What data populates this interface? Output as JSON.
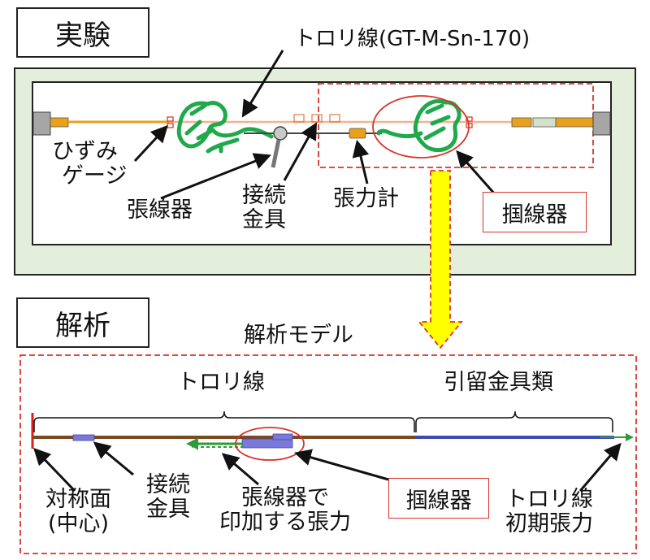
{
  "experiment": {
    "section_label": "実験",
    "trolley_wire_label": "トロリ線(GT-M-Sn-170)",
    "strain_gauge_label": [
      "ひずみ",
      "ゲージ"
    ],
    "tensioner_label": "張線器",
    "connector_label": [
      "接続",
      "金具"
    ],
    "tension_meter_label": "張力計",
    "gripper_label": "掴線器"
  },
  "analysis": {
    "section_label": "解析",
    "model_label": "解析モデル",
    "trolley_wire_label": "トロリ線",
    "end_fittings_label": "引留金具類",
    "symmetry_plane_label": [
      "対称面",
      "(中心)"
    ],
    "connector_label": [
      "接続",
      "金具"
    ],
    "applied_tension_label": [
      "張線器で",
      "印加する張力"
    ],
    "gripper_label": "掴線器",
    "initial_tension_label": [
      "トロリ線",
      "初期張力"
    ]
  },
  "colors": {
    "frame_fill": "#e3eedb",
    "wire": "#f3b28e",
    "gripper": "#1ea94b",
    "fitting": "#e9a11b",
    "dashed_red": "#d9332b",
    "arrow_yellow": "#ffff00",
    "model_wire": "#7a4a1e",
    "model_connector": "#7a78d8",
    "model_fitting": "#3f4bb0",
    "model_arrow": "#2e9a3a"
  }
}
